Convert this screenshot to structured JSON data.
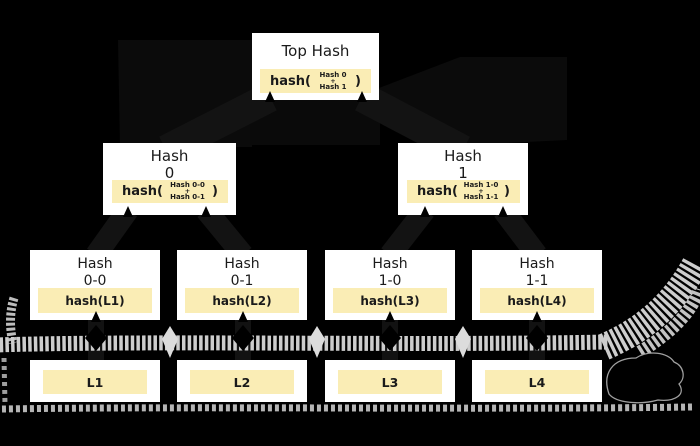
{
  "colors": {
    "background": "#000000",
    "box_fill": "#ffffff",
    "hash_label_fill": "#FAEDB5",
    "text": "#1a1a1a",
    "sketch_gray": "#cdcdcd",
    "arrow_dark": "#131313"
  },
  "nodes": {
    "top": {
      "title": "Top Hash",
      "fn_open": "hash(",
      "arg1": "Hash 0",
      "op": "+",
      "arg2": "Hash 1",
      "fn_close": ")"
    },
    "level2": [
      {
        "title1": "Hash",
        "title2": "0",
        "fn_open": "hash(",
        "arg1": "Hash 0-0",
        "op": "+",
        "arg2": "Hash 0-1",
        "fn_close": ")"
      },
      {
        "title1": "Hash",
        "title2": "1",
        "fn_open": "hash(",
        "arg1": "Hash 1-0",
        "op": "+",
        "arg2": "Hash 1-1",
        "fn_close": ")"
      }
    ],
    "level3": [
      {
        "title1": "Hash",
        "title2": "0-0",
        "fn": "hash(L1)"
      },
      {
        "title1": "Hash",
        "title2": "0-1",
        "fn": "hash(L2)"
      },
      {
        "title1": "Hash",
        "title2": "1-0",
        "fn": "hash(L3)"
      },
      {
        "title1": "Hash",
        "title2": "1-1",
        "fn": "hash(L4)"
      }
    ],
    "leaves": [
      {
        "label": "L1"
      },
      {
        "label": "L2"
      },
      {
        "label": "L3"
      },
      {
        "label": "L4"
      }
    ]
  }
}
